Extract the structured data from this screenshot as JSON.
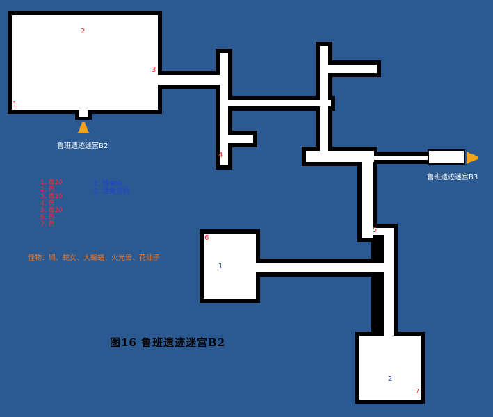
{
  "map": {
    "title": "图16  鲁班遗迹迷宫B2",
    "exits": {
      "up": "鲁班遗迹迷宫B2",
      "down": "鲁班遗迹迷宫B3"
    },
    "treasure_labels": [
      "1",
      "2",
      "3",
      "4",
      "5",
      "6",
      "7"
    ],
    "item_labels": [
      "1",
      "2"
    ],
    "treasure_list": [
      "1.  毒20",
      "2.  药",
      "3.  毒20",
      "4.  药",
      "5.  毒20",
      "6.  药",
      "7.  药"
    ],
    "item_list": [
      "1.  钱400",
      "2.  活骨灵药"
    ],
    "monsters": "怪物：鹪、蛇女、大蝙蝠、火光兽、花仙子",
    "colors": {
      "background": "#2b5a92",
      "floor": "#ffffff",
      "wall": "#000000",
      "treasure": "#ff2a2a",
      "item": "#1e3fd8",
      "monster_text": "#e8782c",
      "exit_marker": "#f2a51c"
    },
    "icons": [
      "stairs-up-icon",
      "stairs-down-icon"
    ]
  }
}
